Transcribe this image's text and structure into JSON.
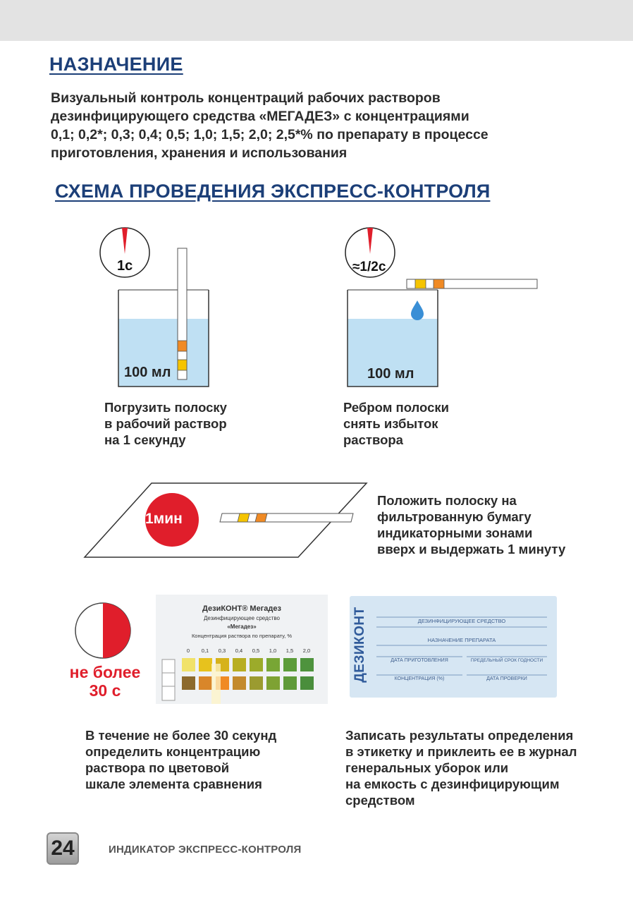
{
  "section1": {
    "title": "НАЗНАЧЕНИЕ",
    "text_lines": [
      "Визуальный контроль концентраций рабочих растворов",
      "дезинфицирующего средства «МЕГАДЕЗ» с концентрациями",
      "0,1; 0,2*; 0,3; 0,4; 0,5; 1,0; 1,5; 2,0; 2,5*% по препарату в процессе",
      "приготовления, хранения и использования"
    ]
  },
  "section2": {
    "title": "СХЕМА ПРОВЕДЕНИЯ ЭКСПРЕСС-КОНТРОЛЯ"
  },
  "step1": {
    "timer": "1с",
    "volume": "100 мл",
    "caption": [
      "Погрузить полоску",
      "в рабочий раствор",
      "на 1 секунду"
    ]
  },
  "step2": {
    "timer": "≈1/2с",
    "volume": "100 мл",
    "caption": [
      "Ребром полоски",
      "снять избыток",
      "раствора"
    ]
  },
  "step3": {
    "timer": "1мин",
    "caption": [
      "Положить полоску на",
      "фильтрованную бумагу",
      "индикаторными зонами",
      "вверх и выдержать 1 минуту"
    ]
  },
  "step4": {
    "limit_lines": [
      "не более",
      "30 с"
    ],
    "scale_card": {
      "title": "ДезиКОНТ® Мегадез",
      "sub1": "Дезинфицирующее средство",
      "sub2": "«Мегадез»",
      "sub3": "Концентрация раствора по препарату, %",
      "values": [
        "0",
        "0,1",
        "0,3",
        "0,4",
        "0,5",
        "1,0",
        "1,5",
        "2,0"
      ]
    },
    "caption": [
      "В течение не более 30 секунд",
      "определить концентрацию",
      "раствора по цветовой",
      "шкале элемента сравнения"
    ]
  },
  "step5": {
    "label_card": {
      "brand": "ДЕЗИКОНТ",
      "field1": "ДЕЗИНФИЦИРУЮЩЕЕ СРЕДСТВО",
      "field2": "НАЗНАЧЕНИЕ ПРЕПАРАТА",
      "field3": "ДАТА ПРИГОТОВЛЕНИЯ",
      "field4": "ПРЕДЕЛЬНЫЙ СРОК ГОДНОСТИ",
      "field5": "КОНЦЕНТРАЦИЯ (%)",
      "field6": "ДАТА ПРОВЕРКИ"
    },
    "caption": [
      "Записать результаты определения",
      "в этикетку и приклеить ее в журнал",
      "генеральных уборок или",
      "на емкость с дезинфицирующим",
      "средством"
    ]
  },
  "footer": {
    "page": "24",
    "title": "ИНДИКАТОР ЭКСПРЕСС-КОНТРОЛЯ"
  },
  "colors": {
    "heading": "#1c3f78",
    "accent_red": "#e01e2b",
    "liquid": "#bfe0f3",
    "orange_zone": "#f08a24",
    "yellow_zone": "#f5c400"
  }
}
